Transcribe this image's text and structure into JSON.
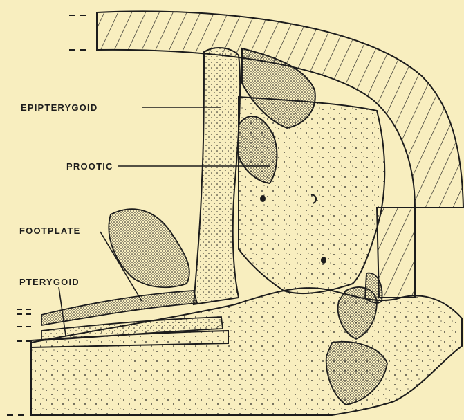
{
  "labels": {
    "epipterygoid": "EPIPTERYGOID",
    "prootic": "PROOTIC",
    "footplate": "FOOTPLATE",
    "pterygoid": "PTERYGOID"
  },
  "colors": {
    "background": "#f8eebf",
    "ink": "#1c1c1c"
  }
}
